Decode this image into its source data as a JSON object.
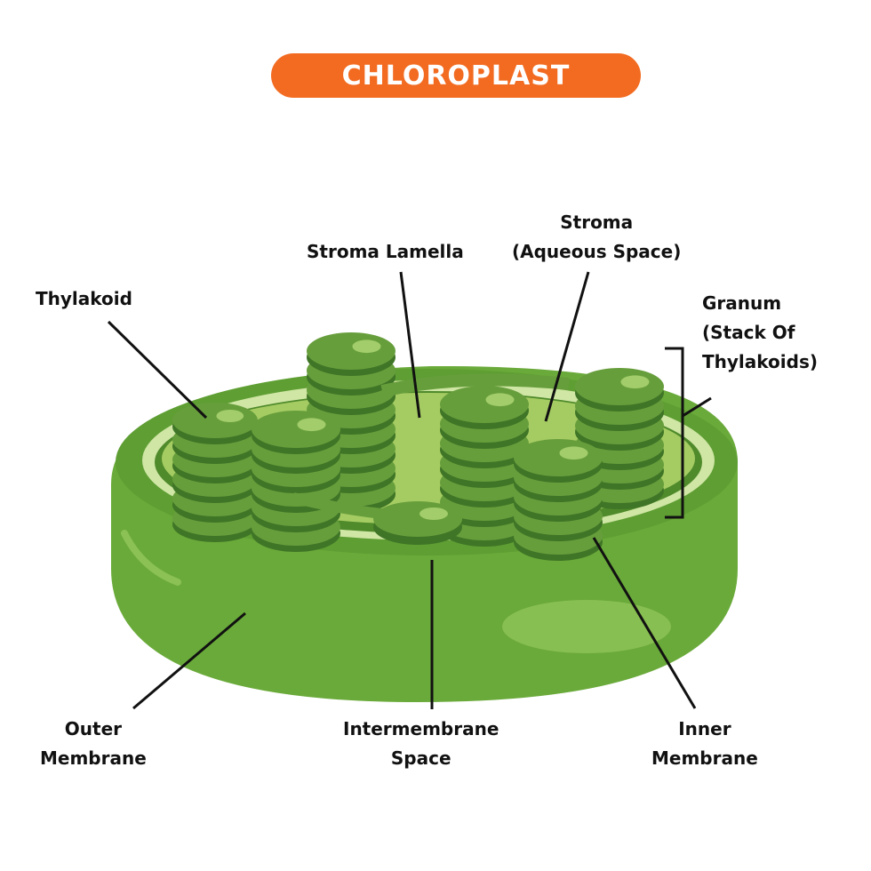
{
  "title": "CHLOROPLAST",
  "colors": {
    "title_bg": "#f26b21",
    "outer_membrane": "#6aaa3a",
    "outer_dark": "#4f8a2b",
    "inner_membrane": "#cfe6a4",
    "stroma": "#a5cc62",
    "thylakoid": "#679e3c",
    "thylakoid_dark": "#3f7526",
    "thylakoid_highlight": "#a2cd6a",
    "line": "#111111"
  },
  "labels": {
    "thylakoid": [
      "Thylakoid"
    ],
    "stroma_lamella": [
      "Stroma Lamella"
    ],
    "stroma": [
      "Stroma",
      "(Aqueous Space)"
    ],
    "granum": [
      "Granum",
      "(Stack Of",
      "Thylakoids)"
    ],
    "outer_membrane": [
      "Outer",
      "Membrane"
    ],
    "intermembrane_space": [
      "Intermembrane",
      "Space"
    ],
    "inner_membrane": [
      "Inner",
      "Membrane"
    ]
  }
}
